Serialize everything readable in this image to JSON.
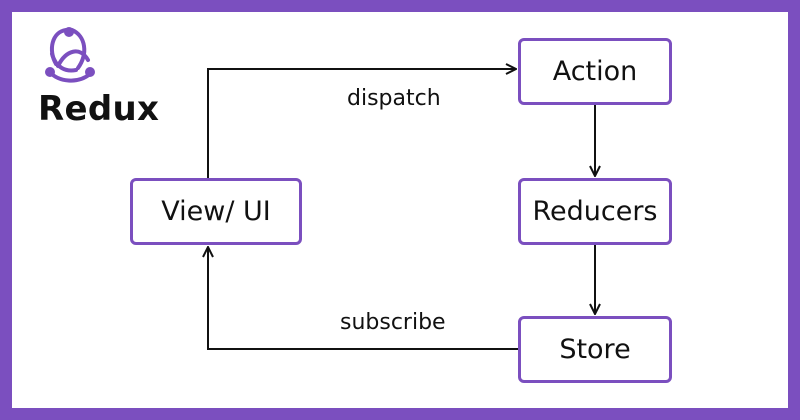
{
  "logo": {
    "name": "Redux",
    "icon": "redux-logo-icon",
    "color": "#7B4FBF"
  },
  "nodes": {
    "view": "View/ UI",
    "action": "Action",
    "reducers": "Reducers",
    "store": "Store"
  },
  "edges": {
    "dispatch": "dispatch",
    "subscribe": "subscribe"
  },
  "colors": {
    "border": "#7B4FBF",
    "text": "#111111",
    "line": "#111111"
  }
}
